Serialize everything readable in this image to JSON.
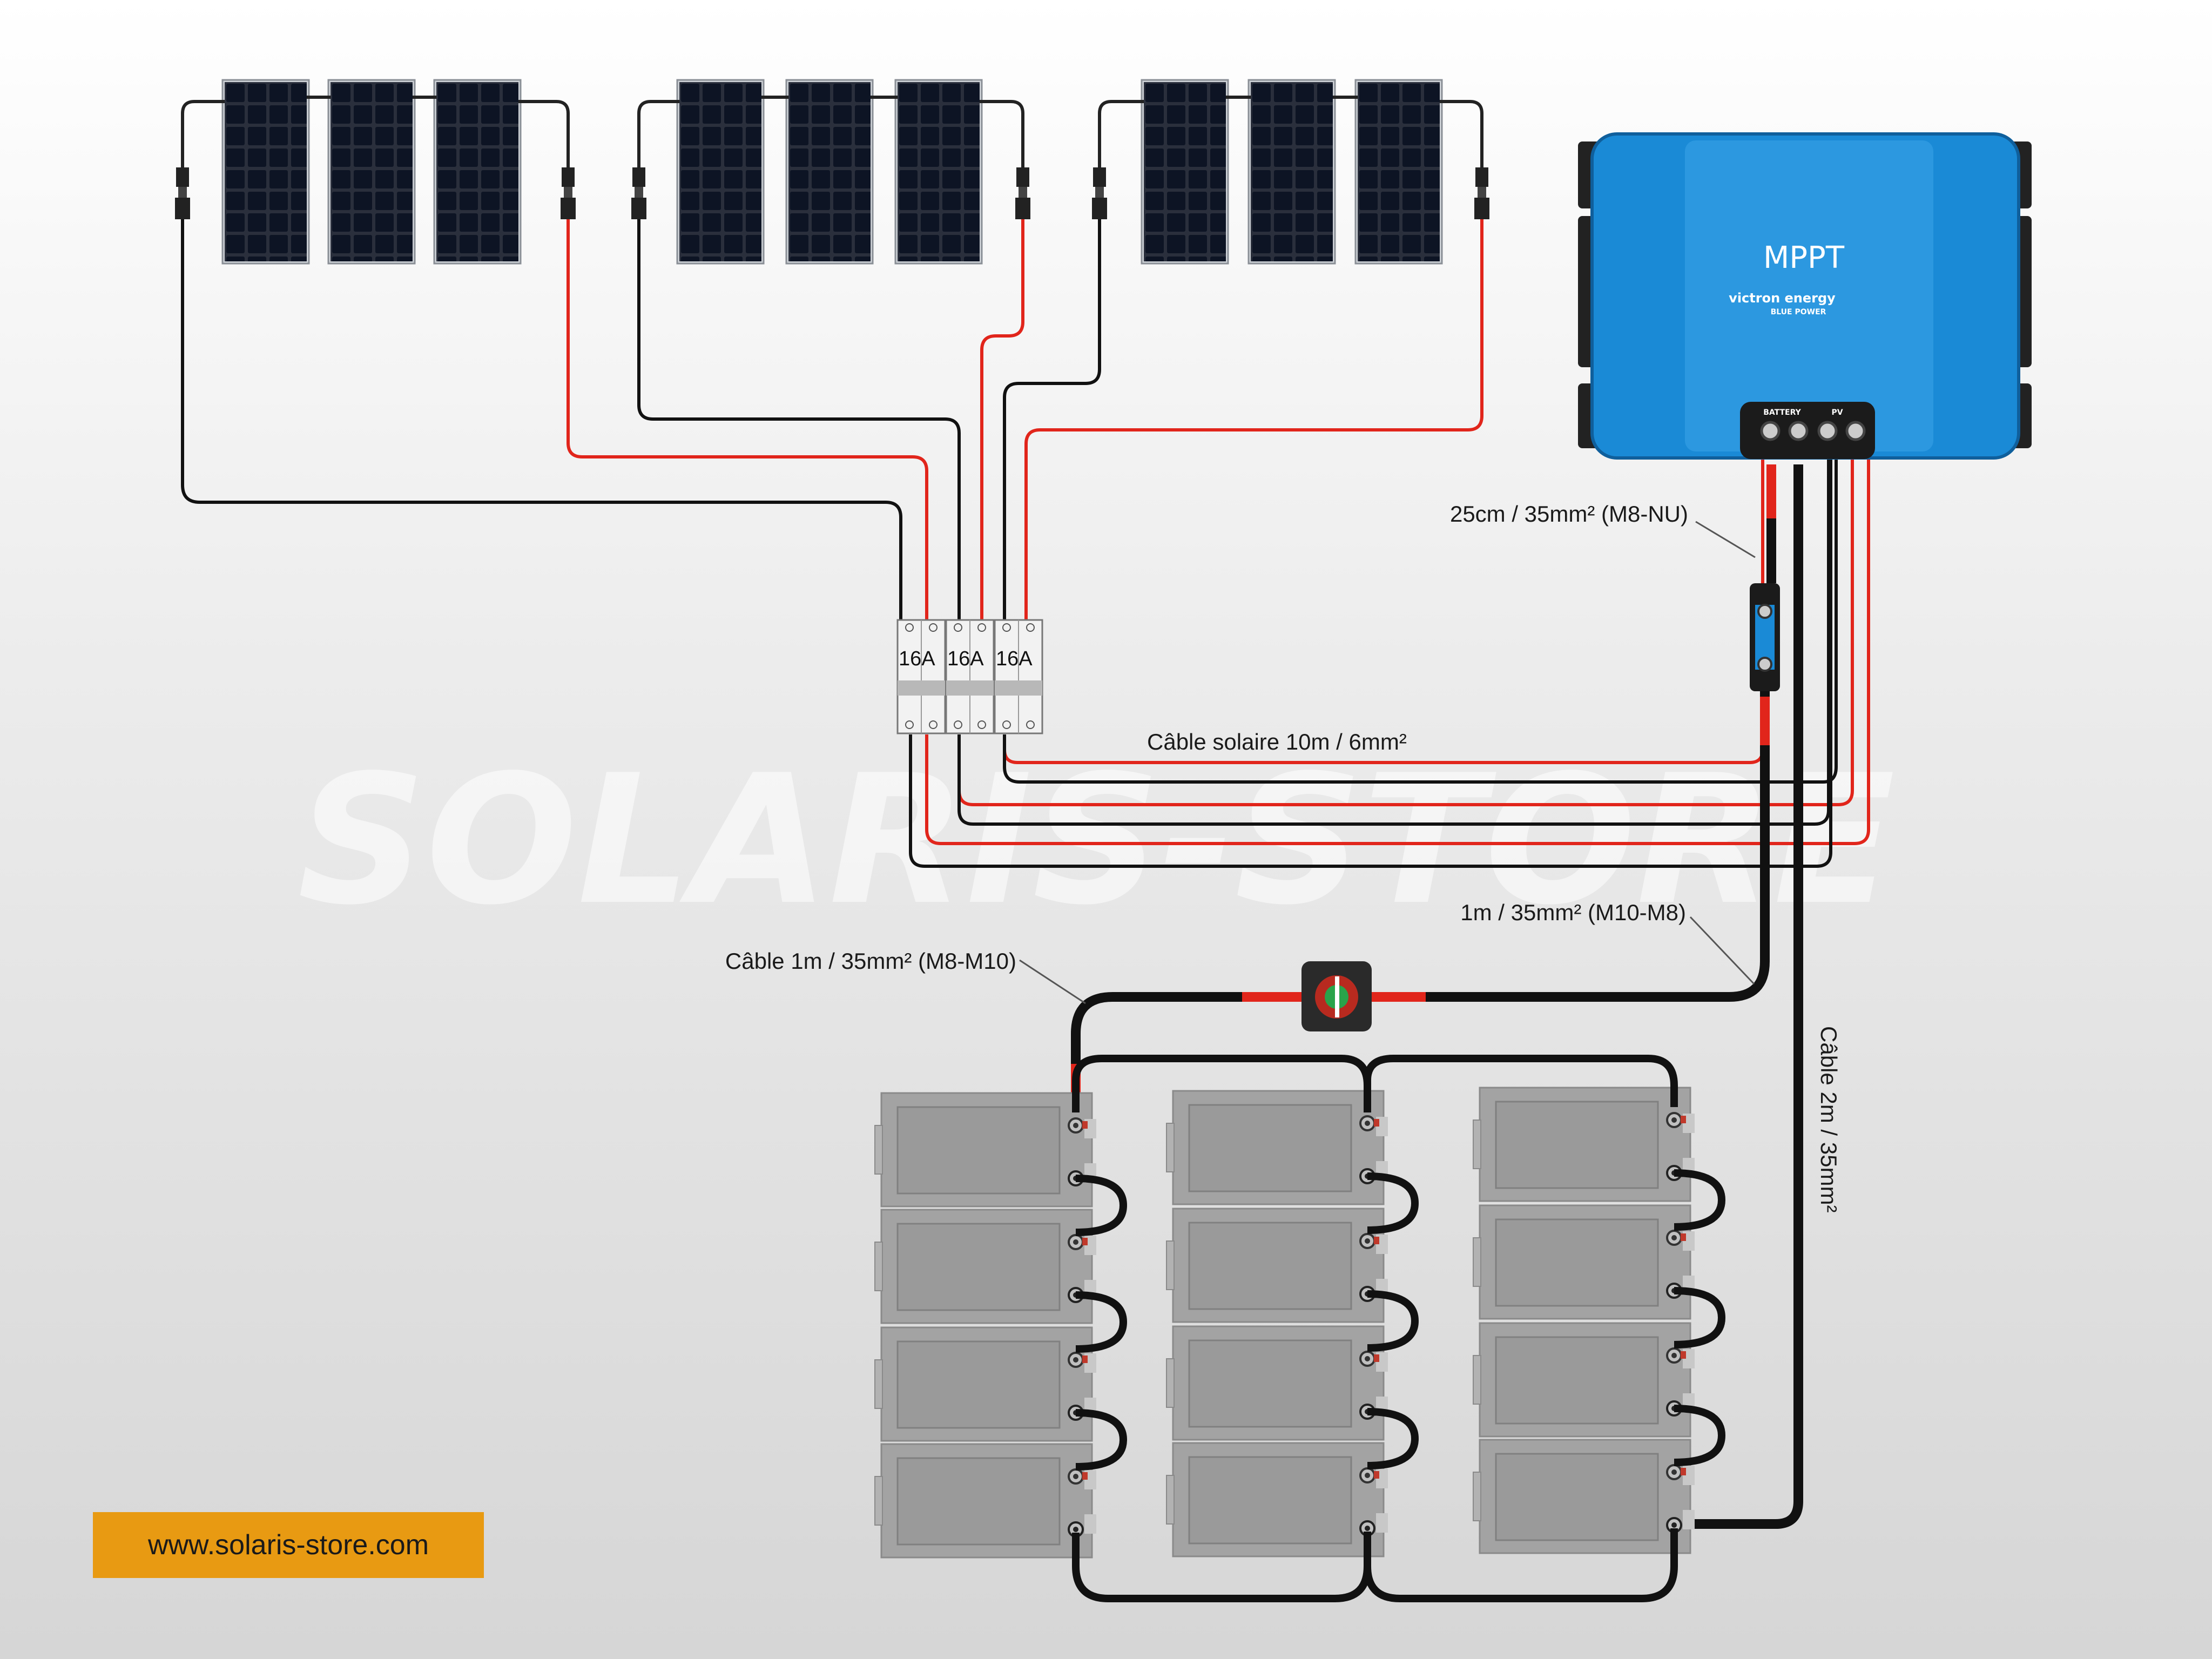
{
  "watermark": "SOLARIS-STORE",
  "website": "www.solaris-store.com",
  "controller": {
    "title": "MPPT",
    "brand": "victron energy",
    "brand_tagline": "BLUE POWER",
    "terminal_battery": "BATTERY",
    "terminal_pv": "PV"
  },
  "breaker_rating": "16A",
  "labels": {
    "cable_controller_fuse": "25cm / 35mm² (M8-NU)",
    "cable_solar": "Câble solaire 10m / 6mm²",
    "cable_switch_controller": "1m / 35mm² (M10-M8)",
    "cable_switch_battery": "Câble 1m / 35mm² (M8-M10)",
    "cable_return": "Câble 2m / 35mm²"
  },
  "colors": {
    "positive_wire": "#e1251b",
    "negative_wire": "#111111",
    "controller_blue": "#1a8ad6",
    "badge": "#e89a12"
  }
}
